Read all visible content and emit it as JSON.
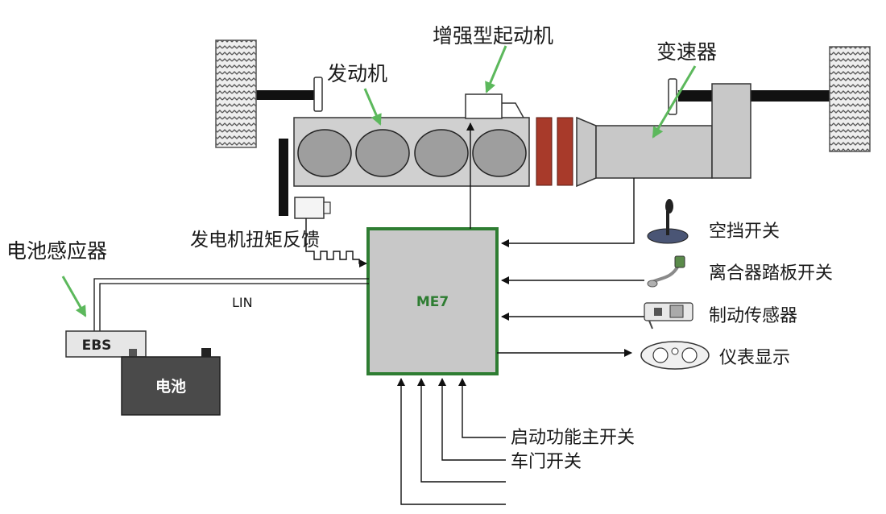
{
  "labels": {
    "engine": "发动机",
    "starter": "增强型起动机",
    "transmission": "变速器",
    "alternator_feedback": "发电机扭矩反馈",
    "battery_sensor": "电池感应器",
    "lin": "LIN",
    "ebs": "EBS",
    "battery": "电池",
    "ecu": "ME7",
    "neutral_switch": "空挡开关",
    "clutch_pedal_switch": "离合器踏板开关",
    "brake_sensor": "制动传感器",
    "instrument_display": "仪表显示",
    "start_function_main_switch": "启动功能主开关",
    "door_switch": "车门开关"
  },
  "colors": {
    "ecu_border": "#2e7d32",
    "ecu_fill": "#c8c8c8",
    "pointer_arrow": "#5cb85c",
    "clutch_plate": "#a83a2a",
    "battery": "#4a4a4a"
  }
}
